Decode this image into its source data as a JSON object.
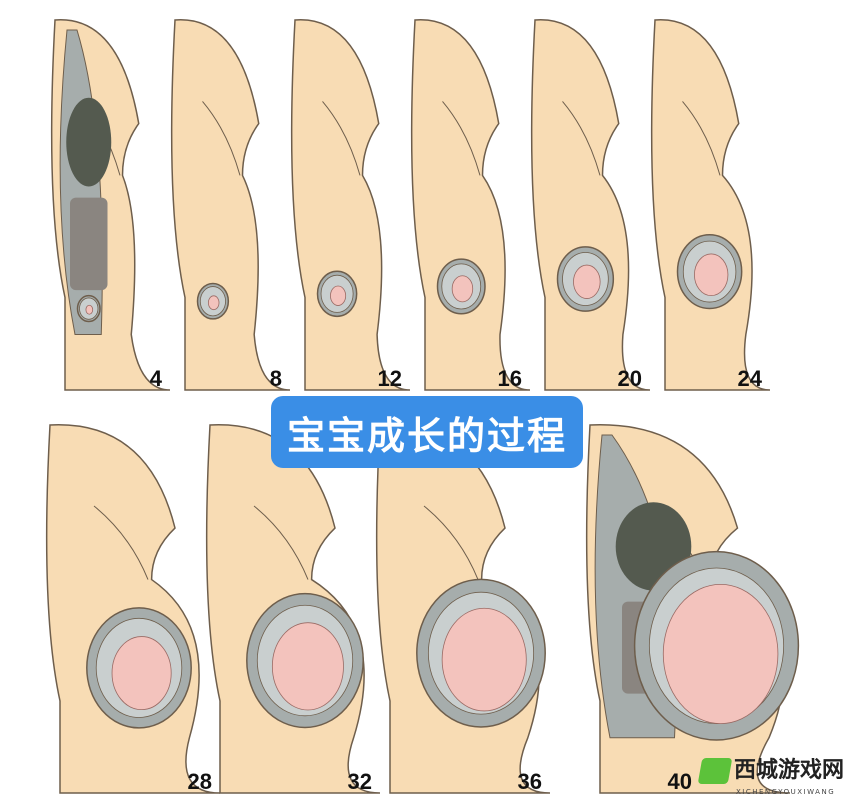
{
  "title": "宝宝成长的过程",
  "stages_top": [
    "4",
    "8",
    "12",
    "16",
    "20",
    "24"
  ],
  "stages_bottom": [
    "28",
    "32",
    "36",
    "40"
  ],
  "colors": {
    "skin": "#f8dcb4",
    "outline": "#6e5e4c",
    "uterus": "#a6adac",
    "fetus": "#f3c3bd",
    "organ": "#545a4f",
    "banner": "#3a8ee6"
  },
  "watermark": {
    "text": "西城游戏网",
    "subtext": "XICHENGYOUXIWANG"
  }
}
